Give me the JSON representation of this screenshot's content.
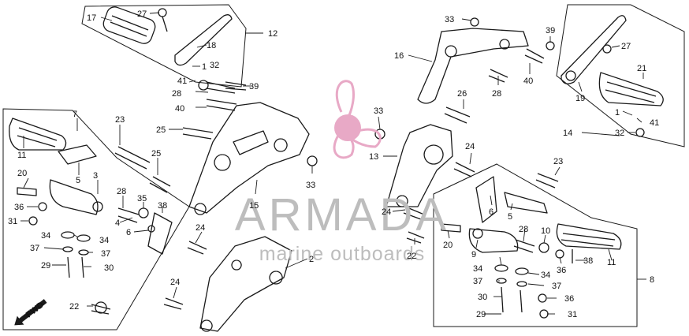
{
  "diagram": {
    "part_numbers": [
      "1",
      "2",
      "3",
      "4",
      "5",
      "6",
      "7",
      "8",
      "9",
      "10",
      "11",
      "12",
      "13",
      "14",
      "15",
      "16",
      "17",
      "18",
      "19",
      "20",
      "21",
      "22",
      "23",
      "24",
      "25",
      "26",
      "27",
      "28",
      "29",
      "30",
      "31",
      "32",
      "33",
      "34",
      "35",
      "36",
      "37",
      "38",
      "39",
      "40",
      "41"
    ],
    "direction_label": "FWD"
  },
  "watermark": {
    "brand": "ARMADA",
    "tagline": "marine outboards",
    "color": "#e8a9c6"
  },
  "colors": {
    "line": "#1a1a1a",
    "background": "#ffffff",
    "watermark_text": "#bdbdbd"
  }
}
